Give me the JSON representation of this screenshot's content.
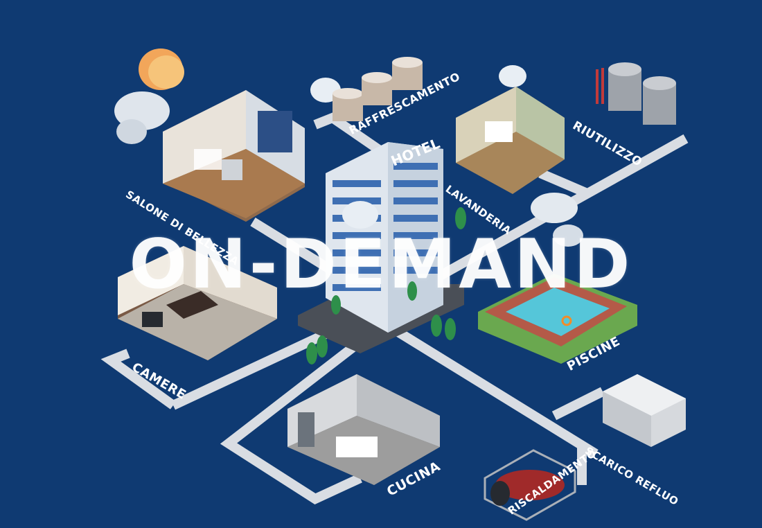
{
  "headline": "ON-DEMAND",
  "building_sign": "HOTEL",
  "labels": {
    "salone": "SALONE DI BELLEZZA",
    "raffrescamento": "RAFFRESCAMENTO",
    "lavanderia": "LAVANDERIA",
    "riutilizzo": "RIUTILIZZO",
    "camere": "CAMERE",
    "piscine": "PISCINE",
    "cucina": "CUCINA",
    "scarico": "SCARICO REFLUO",
    "riscaldamento": "RISCALDAMENTO"
  },
  "colors": {
    "background": "#0f3a72",
    "pipe": "#d9dde3",
    "text": "#ffffff"
  }
}
